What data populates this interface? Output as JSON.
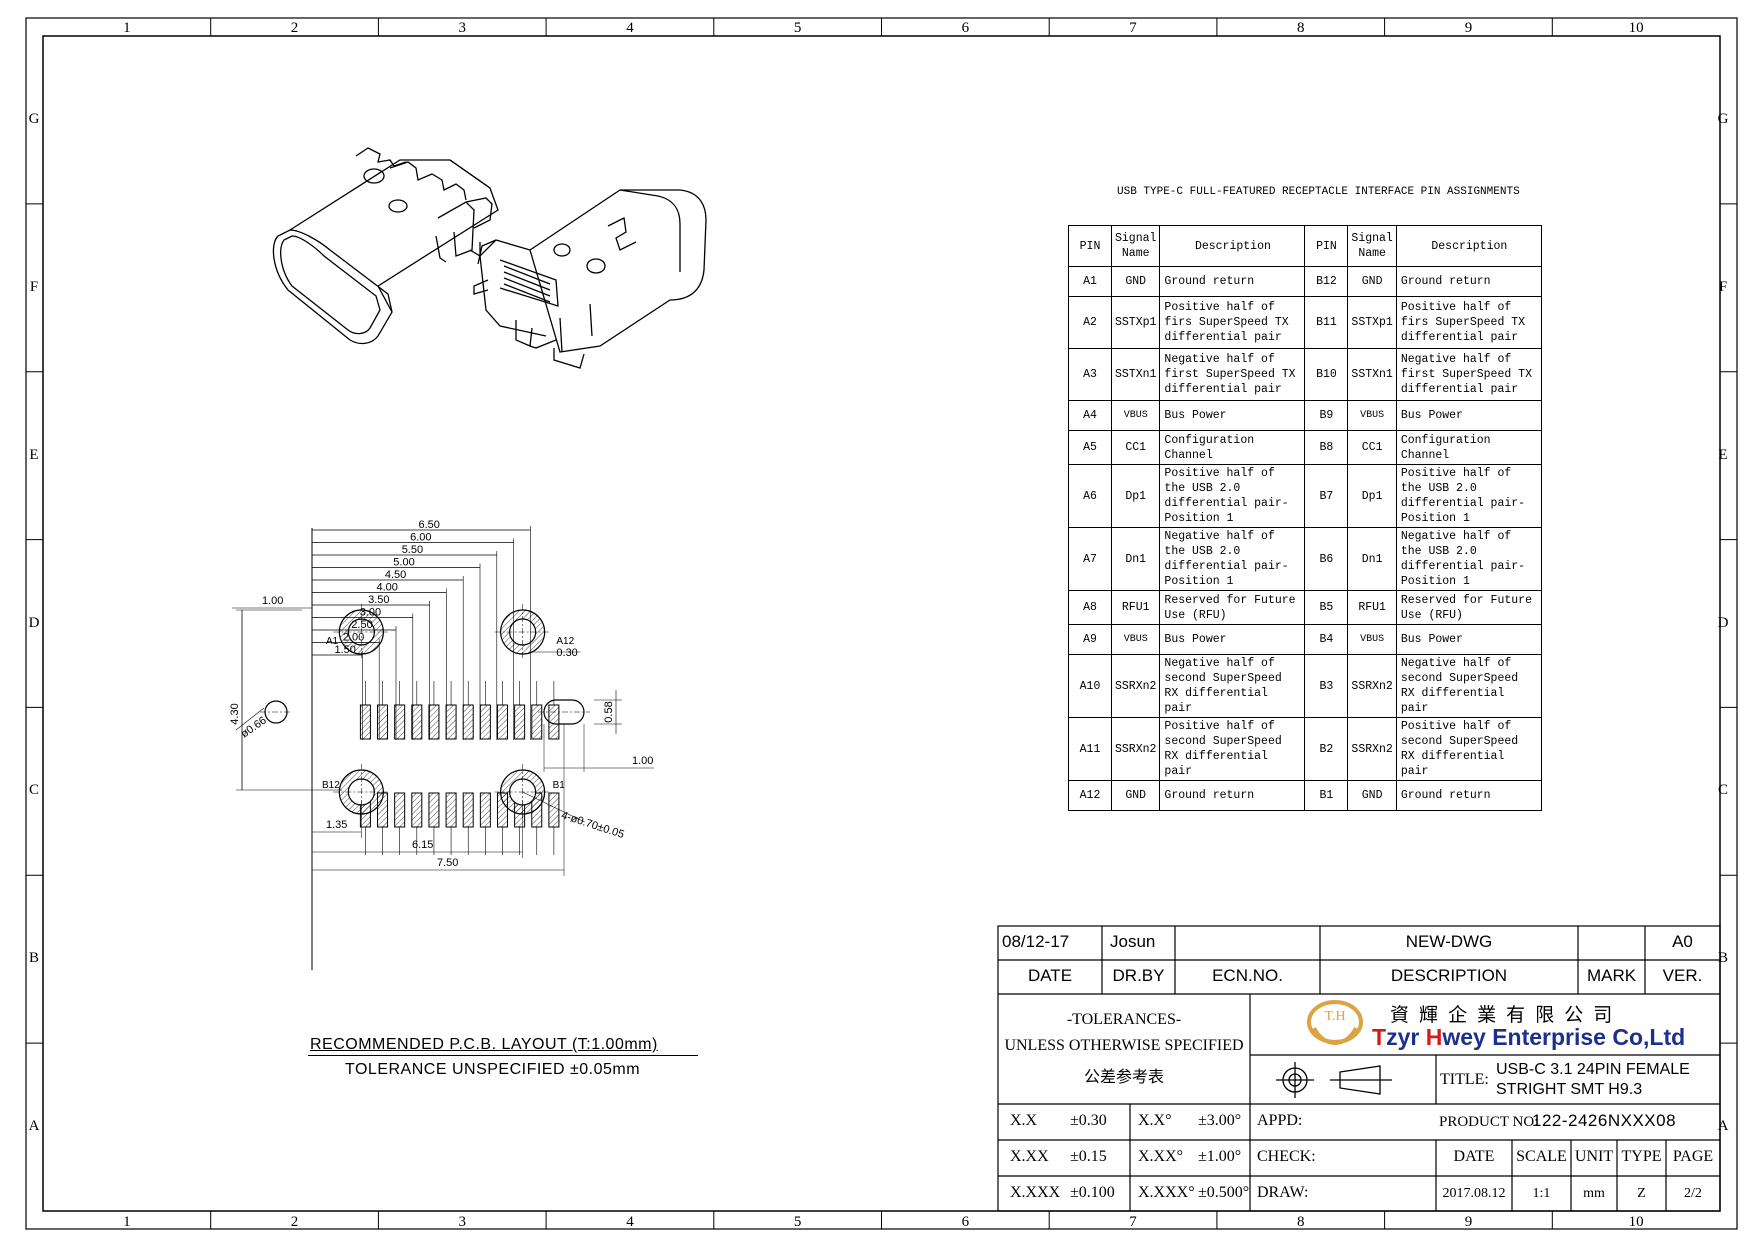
{
  "zones": {
    "columns": [
      "1",
      "2",
      "3",
      "4",
      "5",
      "6",
      "7",
      "8",
      "9",
      "10"
    ],
    "rows": [
      "G",
      "F",
      "E",
      "D",
      "C",
      "B",
      "A"
    ]
  },
  "pin_table": {
    "title": "USB TYPE-C FULL-FEATURED RECEPTACLE INTERFACE PIN ASSIGNMENTS",
    "headers": {
      "pin": "PIN",
      "signal_line1": "Signal",
      "signal_line2": "Name",
      "description": "Description"
    },
    "rows": [
      {
        "pin_a": "A1",
        "sig_a": "GND",
        "desc_a": "Ground return",
        "pin_b": "B12",
        "sig_b": "GND",
        "desc_b": "Ground return"
      },
      {
        "pin_a": "A2",
        "sig_a": "SSTXp1",
        "desc_a": "Positive half of firs SuperSpeed TX differential pair",
        "pin_b": "B11",
        "sig_b": "SSTXp1",
        "desc_b": "Positive half of firs SuperSpeed TX differential pair"
      },
      {
        "pin_a": "A3",
        "sig_a": "SSTXn1",
        "desc_a": "Negative half of first SuperSpeed TX differential pair",
        "pin_b": "B10",
        "sig_b": "SSTXn1",
        "desc_b": "Negative half of first SuperSpeed TX differential pair"
      },
      {
        "pin_a": "A4",
        "sig_a": "VBUS",
        "desc_a": "Bus Power",
        "pin_b": "B9",
        "sig_b": "VBUS",
        "desc_b": "Bus Power"
      },
      {
        "pin_a": "A5",
        "sig_a": "CC1",
        "desc_a": "Configuration Channel",
        "pin_b": "B8",
        "sig_b": "CC1",
        "desc_b": "Configuration Channel"
      },
      {
        "pin_a": "A6",
        "sig_a": "Dp1",
        "desc_a": "Positive half of the USB 2.0 differential pair-Position 1",
        "pin_b": "B7",
        "sig_b": "Dp1",
        "desc_b": "Positive half of the USB 2.0 differential pair-Position 1"
      },
      {
        "pin_a": "A7",
        "sig_a": "Dn1",
        "desc_a": "Negative half of the USB 2.0 differential pair-Position 1",
        "pin_b": "B6",
        "sig_b": "Dn1",
        "desc_b": "Negative half of the USB 2.0 differential pair-Position 1"
      },
      {
        "pin_a": "A8",
        "sig_a": "RFU1",
        "desc_a": "Reserved for Future Use (RFU)",
        "pin_b": "B5",
        "sig_b": "RFU1",
        "desc_b": "Reserved for Future Use (RFU)"
      },
      {
        "pin_a": "A9",
        "sig_a": "VBUS",
        "desc_a": "Bus Power",
        "pin_b": "B4",
        "sig_b": "VBUS",
        "desc_b": "Bus Power"
      },
      {
        "pin_a": "A10",
        "sig_a": "SSRXn2",
        "desc_a": "Negative half of second SuperSpeed RX differential pair",
        "pin_b": "B3",
        "sig_b": "SSRXn2",
        "desc_b": "Negative half of second SuperSpeed RX differential pair"
      },
      {
        "pin_a": "A11",
        "sig_a": "SSRXn2",
        "desc_a": "Positive half of second SuperSpeed RX differential pair",
        "pin_b": "B2",
        "sig_b": "SSRXn2",
        "desc_b": "Positive half of second SuperSpeed RX differential pair"
      },
      {
        "pin_a": "A12",
        "sig_a": "GND",
        "desc_a": "Ground return",
        "pin_b": "B1",
        "sig_b": "GND",
        "desc_b": "Ground return"
      }
    ]
  },
  "pcb_layout": {
    "dims_top": [
      "6.50",
      "6.00",
      "5.50",
      "5.00",
      "4.50",
      "4.00",
      "3.50",
      "3.00",
      "2.50",
      "2.00",
      "1.50"
    ],
    "dim_left_1": "1.00",
    "dim_height": "4.30",
    "dim_hole_dia": "ø0.66",
    "dim_pad_w": "0.30",
    "dim_slot_h": "0.58",
    "dim_slot_w": "1.00",
    "dim_hole_callout": "4-ø0.70±0.05",
    "dim_bottom_1": "1.35",
    "dim_bottom_2": "6.15",
    "dim_bottom_3": "7.50",
    "label_a1": "A1",
    "label_a12": "A12",
    "label_b12": "B12",
    "label_b1": "B1",
    "note_title": "RECOMMENDED   P.C.B.  LAYOUT  (T:1.00mm)",
    "note_tolerance": "TOLERANCE  UNSPECIFIED  ±0.05mm"
  },
  "title_block": {
    "revision": {
      "date": "08/12-17",
      "drawn_by": "Josun",
      "ecn": "",
      "description": "NEW-DWG",
      "mark": "",
      "version": "A0"
    },
    "rev_headers": {
      "date": "DATE",
      "drawn_by": "DR.BY",
      "ecn": "ECN.NO.",
      "description": "DESCRIPTION",
      "mark": "MARK",
      "version": "VER."
    },
    "tolerances": {
      "heading": "-TOLERANCES-",
      "line2": "UNLESS OTHERWISE SPECIFIED",
      "line3": "公差参考表"
    },
    "company": {
      "logo_text": "T.H",
      "chinese_name": "資 輝 企 業 有 限 公 司",
      "english_name_t": "T",
      "english_name_zyr": "zyr ",
      "english_name_h": "H",
      "english_name_rest": "wey Enterprise Co,Ltd",
      "brand_red": "#d6191b",
      "brand_blue": "#1c2f8c",
      "logo_gold": "#d9a441"
    },
    "title_label": "TITLE:",
    "title_line1": "USB-C 3.1 24PIN FEMALE",
    "title_line2": "STRIGHT SMT H9.3",
    "product_label": "PRODUCT NO:",
    "product_no": "122-2426NXXX08",
    "tol_rows": [
      {
        "a": "X.X",
        "av": "±0.30",
        "b": "X.X°",
        "bv": "±3.00°",
        "c": "APPD:"
      },
      {
        "a": "X.XX",
        "av": "±0.15",
        "b": "X.XX°",
        "bv": "±1.00°",
        "c": "CHECK:"
      },
      {
        "a": "X.XXX",
        "av": "±0.100",
        "b": "X.XXX°",
        "bv": "±0.500°",
        "c": "DRAW:"
      }
    ],
    "info_headers": {
      "date": "DATE",
      "scale": "SCALE",
      "unit": "UNIT",
      "type": "TYPE",
      "page": "PAGE"
    },
    "info_values": {
      "date": "2017.08.12",
      "scale": "1:1",
      "unit": "mm",
      "type": "Z",
      "page": "2/2"
    }
  }
}
